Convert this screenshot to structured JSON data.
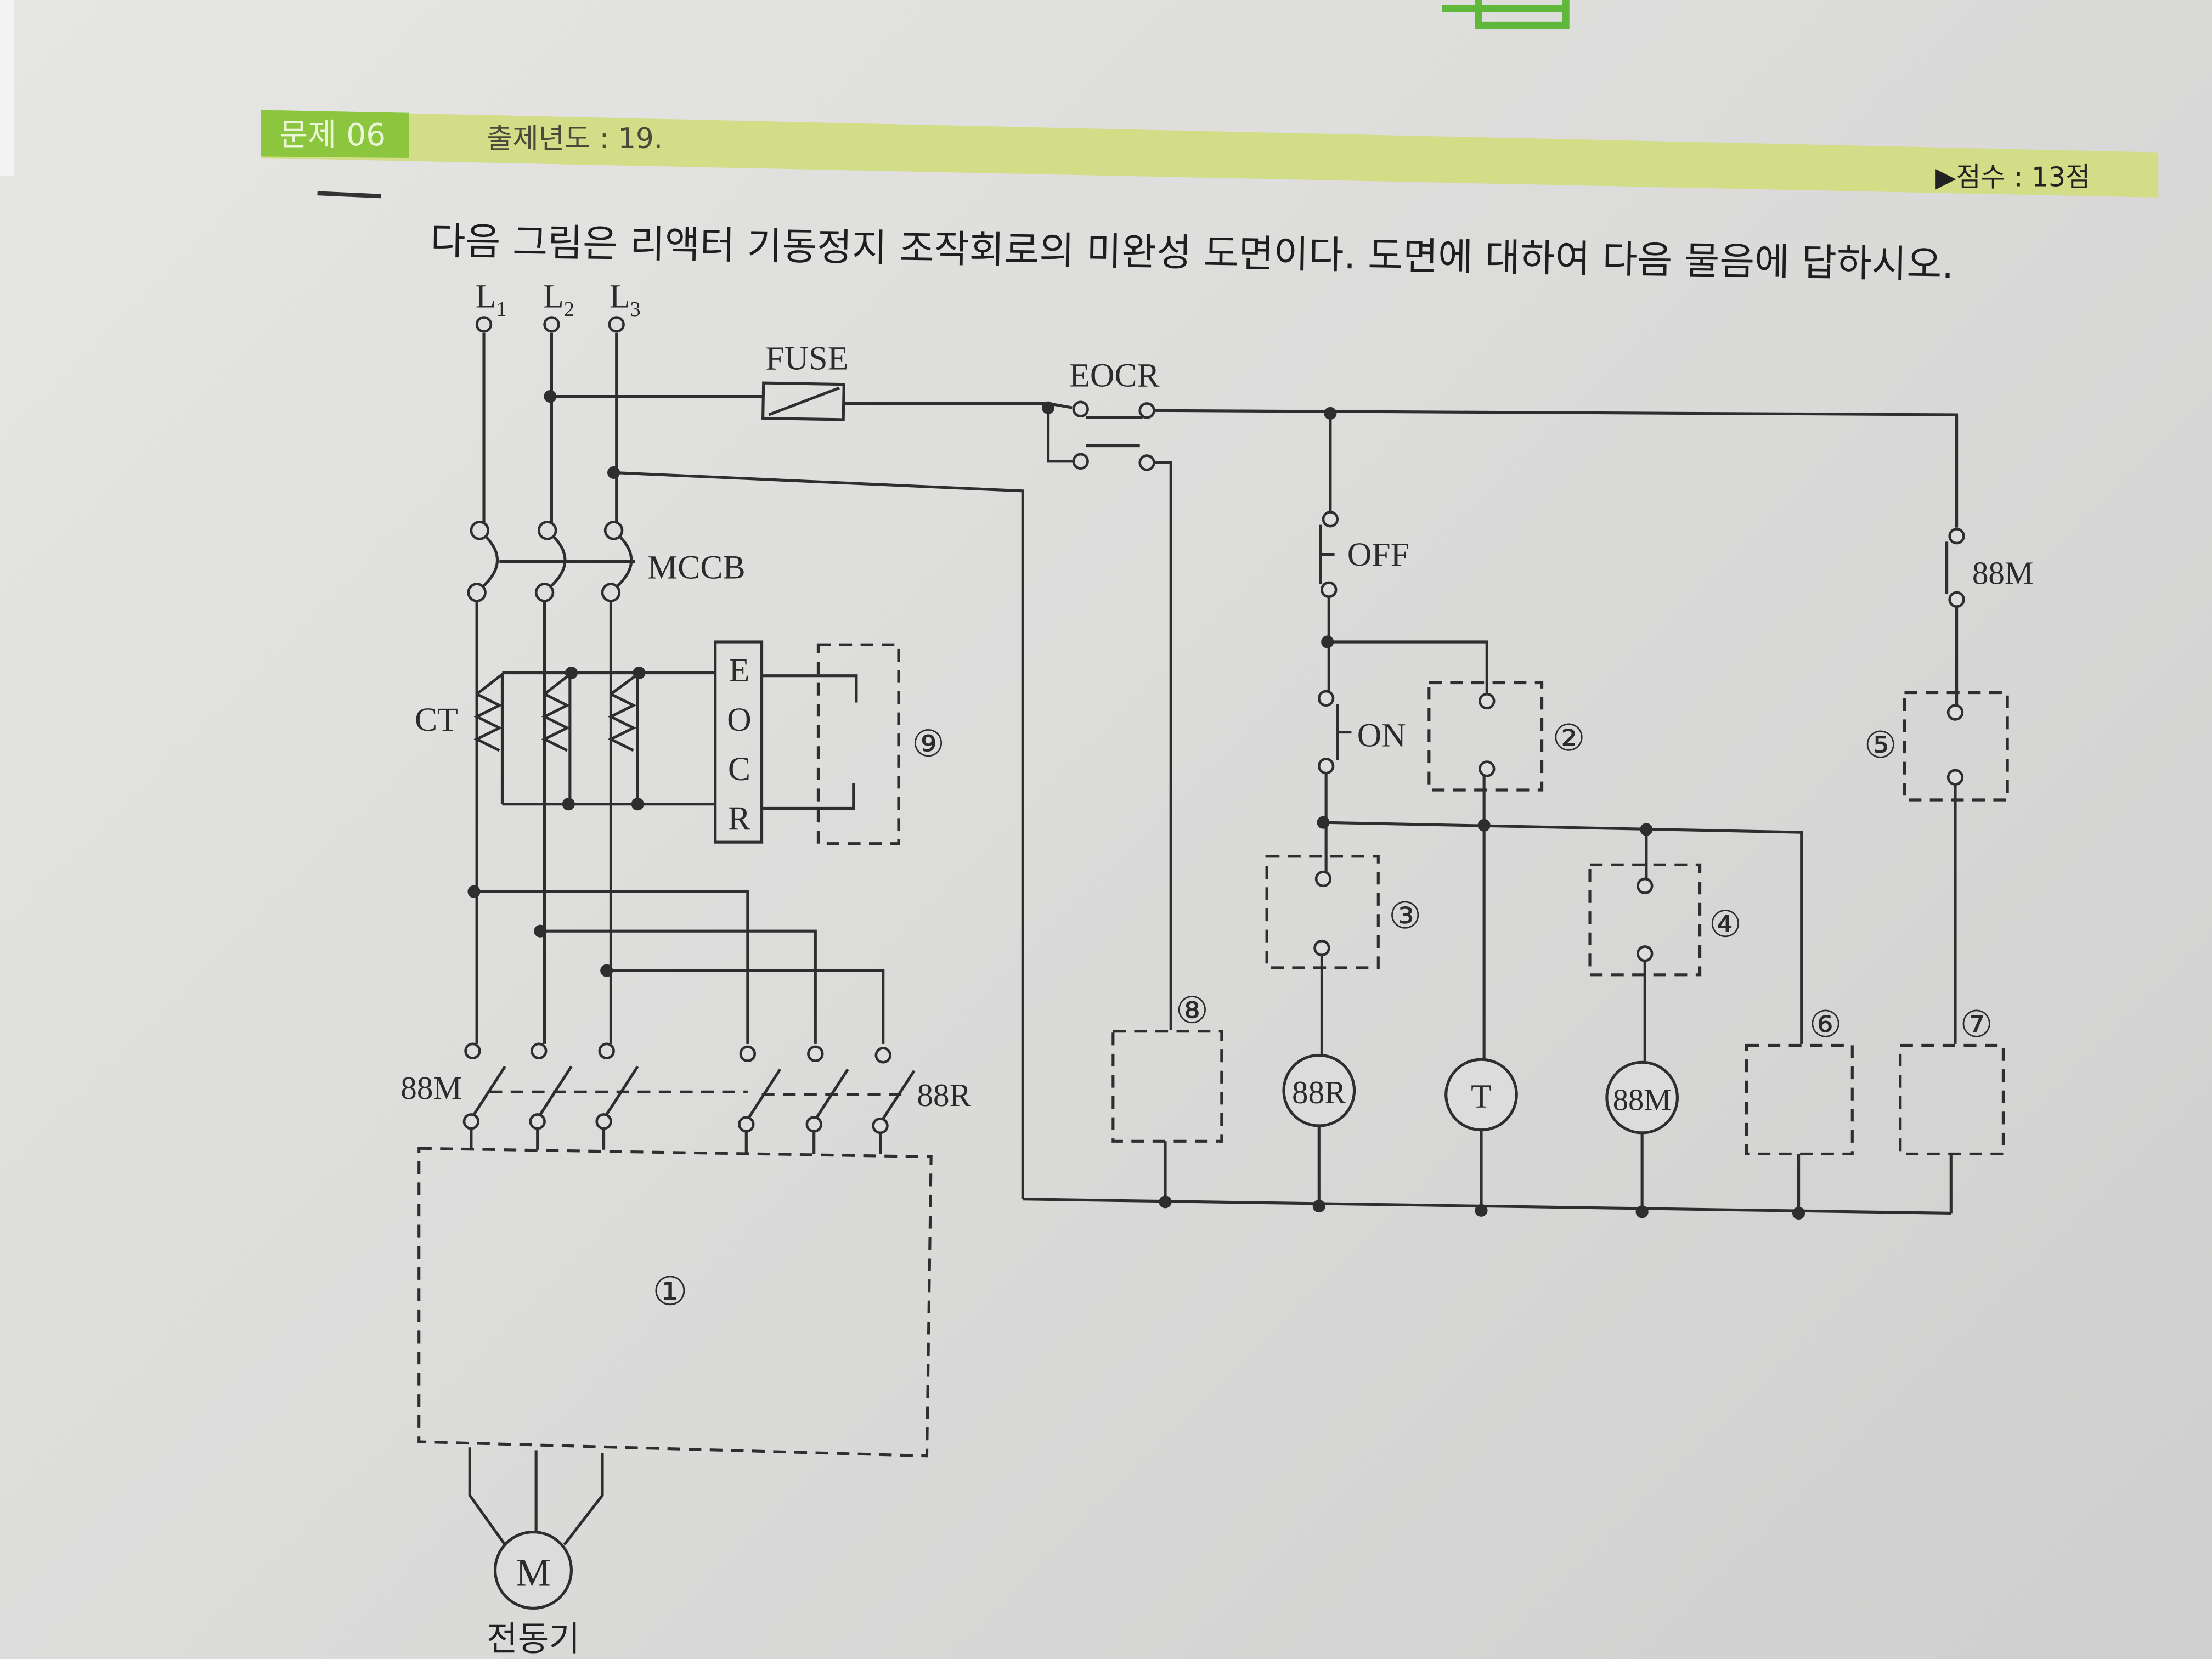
{
  "header": {
    "problem_label": "문제 06",
    "year": "출제년도 : 19.",
    "score": "▶점수 : 13점"
  },
  "question": "다음 그림은 리액터 기동정지 조작회로의 미완성 도면이다.  도면에 대하여 다음 물음에 답하시오.",
  "diagram": {
    "lines": [
      "L1",
      "L2",
      "L3"
    ],
    "line_subscripts": [
      "1",
      "2",
      "3"
    ],
    "line_letter": "L",
    "fuse": "FUSE",
    "eocr_contact": "EOCR",
    "mccb": "MCCB",
    "ct": "CT",
    "eocr_box": [
      "E",
      "O",
      "C",
      "R"
    ],
    "off": "OFF",
    "on": "ON",
    "contact_88m": "88M",
    "main_88m": "88M",
    "main_88r": "88R",
    "coil_88r": "88R",
    "coil_t": "T",
    "coil_88m": "88M",
    "blanks": [
      "①",
      "②",
      "③",
      "④",
      "⑤",
      "⑥",
      "⑦",
      "⑧",
      "⑨"
    ],
    "motor": "M",
    "motor_label": "전동기"
  },
  "colors": {
    "header_green": "#8cc63f",
    "header_bar": "#d6df8a"
  }
}
